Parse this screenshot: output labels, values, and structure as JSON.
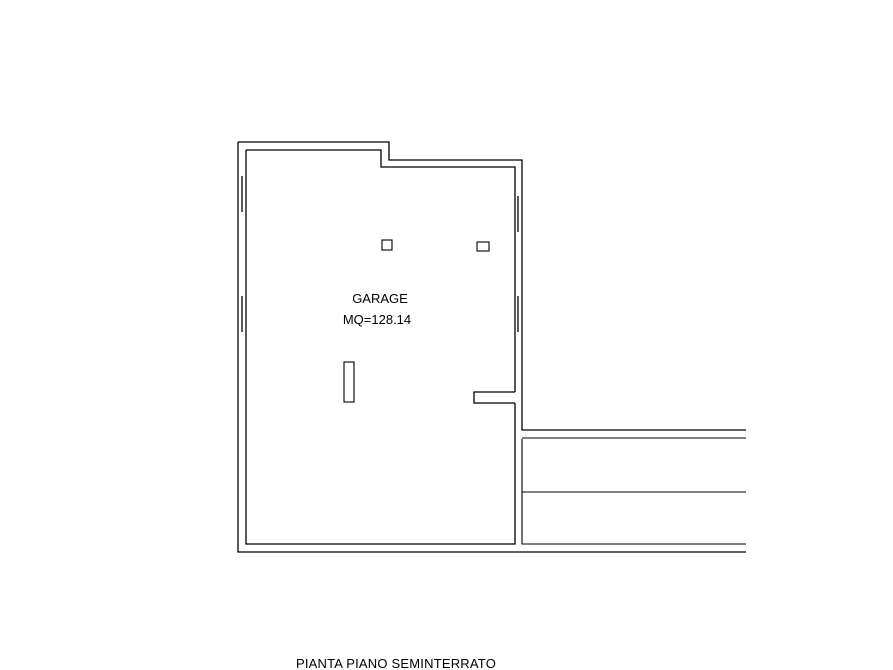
{
  "plan": {
    "title": "PIANTA PIANO SEMINTERRATO",
    "rooms": [
      {
        "name": "GARAGE",
        "area": "MQ=128.14"
      }
    ]
  },
  "colors": {
    "line": "#000000",
    "background": "#ffffff"
  }
}
